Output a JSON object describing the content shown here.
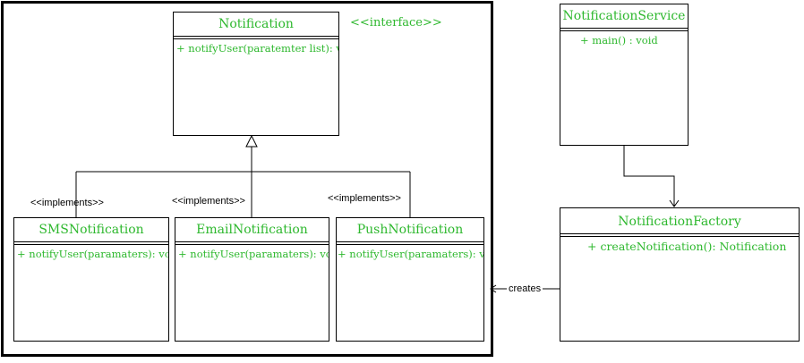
{
  "interface_stereotype": "<<interface>>",
  "classes": {
    "notification": {
      "name": "Notification",
      "ops": "+ notifyUser(paratemter list): void"
    },
    "sms": {
      "name": "SMSNotification",
      "ops": "+ notifyUser(paramaters): void"
    },
    "email": {
      "name": "EmailNotification",
      "ops": "+ notifyUser(paramaters): void"
    },
    "push": {
      "name": "PushNotification",
      "ops": "+ notifyUser(paramaters): void"
    },
    "service": {
      "name": "NotificationService",
      "ops": "+ main() : void"
    },
    "factory": {
      "name": "NotificationFactory",
      "ops": "+ createNotification(): Notification"
    }
  },
  "edges": {
    "implements_label": "<<implements>>",
    "creates_label": "creates"
  },
  "colors": {
    "class_text": "#2eb82e",
    "line": "#000000"
  }
}
